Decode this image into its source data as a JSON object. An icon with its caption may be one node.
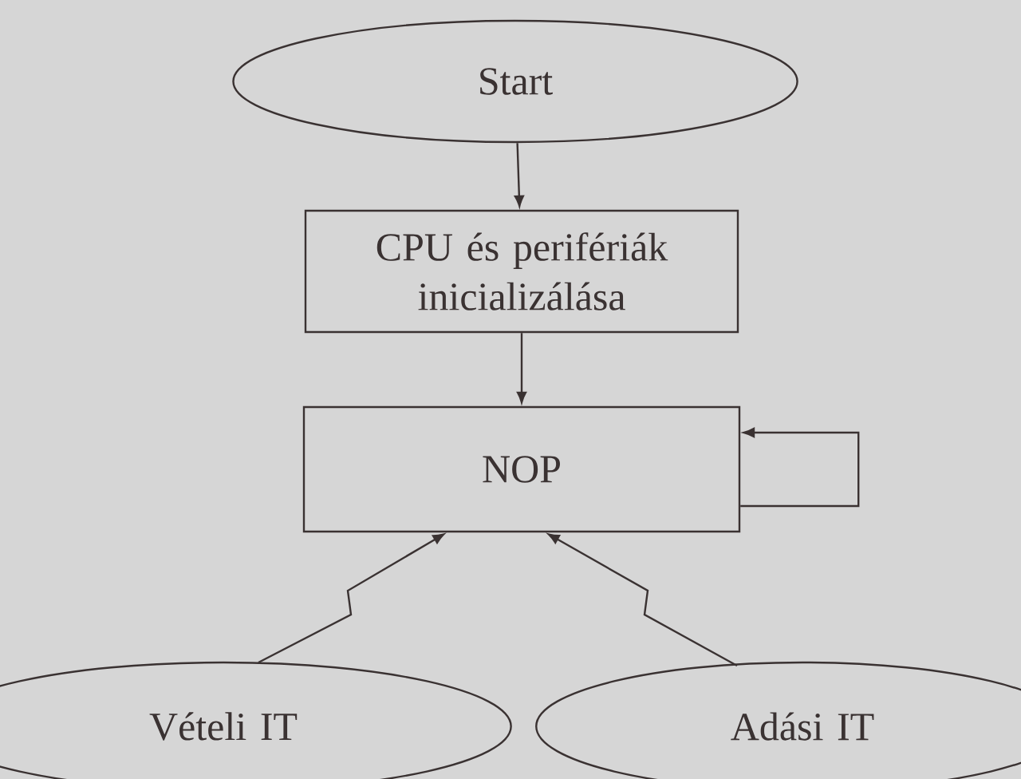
{
  "diagram": {
    "nodes": [
      {
        "text": [
          "Start"
        ]
      },
      {
        "text": [
          "CPU és perifériák inicializálása"
        ]
      },
      {
        "text": [
          "NOP"
        ]
      },
      {
        "text": [
          "Vételi IT"
        ]
      },
      {
        "text": [
          "Adási IT"
        ]
      }
    ],
    "edges": [
      {
        "from": 0,
        "to": 1,
        "arrow": "to"
      },
      {
        "from": 1,
        "to": 2,
        "arrow": "to"
      },
      {
        "from": 2,
        "to": 2,
        "arrow": "to"
      },
      {
        "from": 3,
        "to": 2,
        "arrow": "to"
      },
      {
        "from": 4,
        "to": 2,
        "arrow": "to"
      }
    ]
  }
}
